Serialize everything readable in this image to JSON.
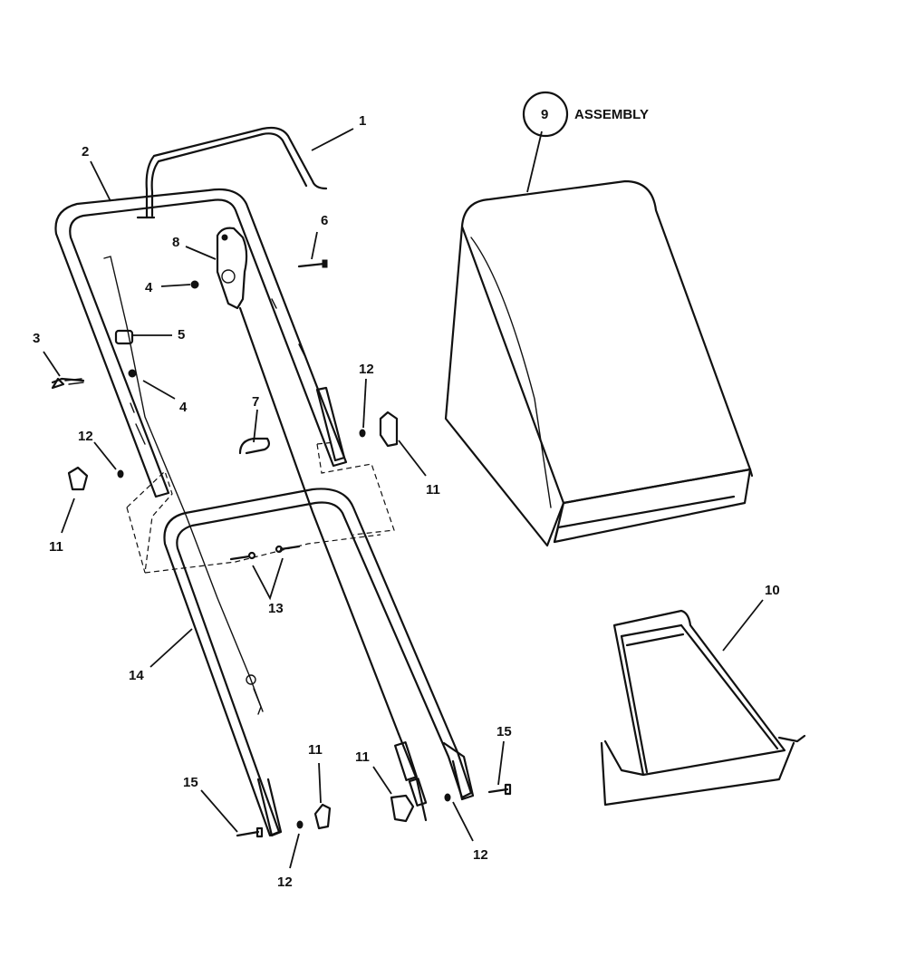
{
  "callouts": {
    "c1": "1",
    "c2": "2",
    "c3": "3",
    "c4a": "4",
    "c4b": "4",
    "c5": "5",
    "c6": "6",
    "c7": "7",
    "c8": "8",
    "c9": "9",
    "c10": "10",
    "c11a": "11",
    "c11b": "11",
    "c11c": "11",
    "c11d": "11",
    "c12a": "12",
    "c12b": "12",
    "c12c": "12",
    "c12d": "12",
    "c13": "13",
    "c14": "14",
    "c15a": "15",
    "c15b": "15"
  },
  "assembly_label": "ASSEMBLY",
  "colors": {
    "ink": "#111111",
    "background": "#ffffff"
  }
}
